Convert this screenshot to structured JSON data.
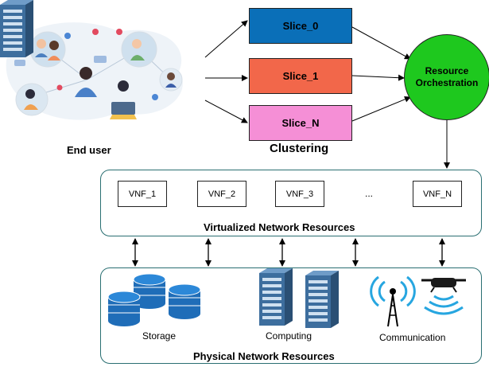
{
  "users": {
    "caption": "End user"
  },
  "clustering": {
    "caption": "Clustering",
    "slices": [
      {
        "label": "Slice_0",
        "color": "#0a6fb8"
      },
      {
        "label": "Slice_1",
        "color": "#f2674a"
      },
      {
        "label": "Slice_N",
        "color": "#f58fd6"
      }
    ]
  },
  "orchestration": {
    "line1": "Resource",
    "line2": "Orchestration",
    "color": "#1ec81e"
  },
  "virtual": {
    "title": "Virtualized Network Resources",
    "vnfs": [
      "VNF_1",
      "VNF_2",
      "VNF_3",
      "VNF_N"
    ],
    "ellipsis": "..."
  },
  "physical": {
    "title": "Physical Network Resources",
    "storage": "Storage",
    "computing": "Computing",
    "communication": "Communication"
  },
  "colors": {
    "panel_border": "#2a6f72",
    "storage": "#1f6db8",
    "server": "#3d6e9e",
    "signal": "#27a6e0"
  }
}
